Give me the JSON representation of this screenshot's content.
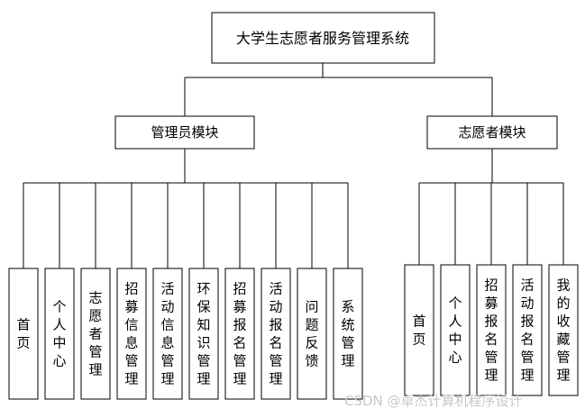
{
  "root": {
    "label": "大学生志愿者服务管理系统"
  },
  "modules": [
    {
      "label": "管理员模块",
      "children": [
        "首页",
        "个人中心",
        "志愿者管理",
        "招募信息管理",
        "活动信息管理",
        "环保知识管理",
        "招募报名管理",
        "活动报名管理",
        "问题反馈",
        "系统管理"
      ]
    },
    {
      "label": "志愿者模块",
      "children": [
        "首页",
        "个人中心",
        "招募报名管理",
        "活动报名管理",
        "我的收藏管理"
      ]
    }
  ],
  "watermark": "CSDN @卓杰计算机程序设计"
}
